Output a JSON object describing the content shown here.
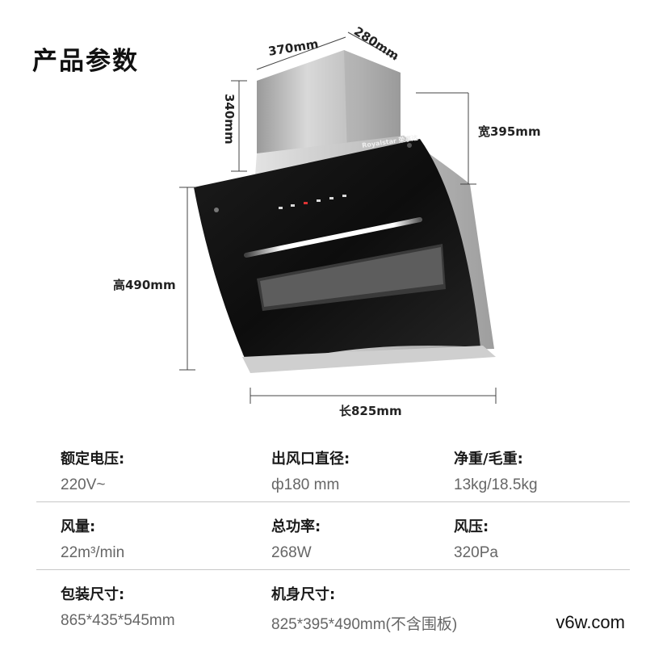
{
  "title": "产品参数",
  "brand_logo": "Royalstar 荣事达",
  "dimensions": {
    "top_width": "370mm",
    "top_depth": "280mm",
    "chimney_height": "340mm",
    "width_label": "宽395mm",
    "height_label": "高490mm",
    "length_label": "长825mm"
  },
  "specs": [
    [
      {
        "label": "额定电压:",
        "value": "220V~"
      },
      {
        "label": "出风口直径:",
        "value": "ф180 mm"
      },
      {
        "label": "净重/毛重:",
        "value": "13kg/18.5kg"
      }
    ],
    [
      {
        "label": "风量:",
        "value": "22m³/min"
      },
      {
        "label": "总功率:",
        "value": "268W"
      },
      {
        "label": "风压:",
        "value": "320Pa"
      }
    ],
    [
      {
        "label": "包装尺寸:",
        "value": "865*435*545mm"
      },
      {
        "label": "机身尺寸:",
        "value": "825*395*490mm(不含围板)"
      },
      null
    ]
  ],
  "watermark": "v6w.com"
}
